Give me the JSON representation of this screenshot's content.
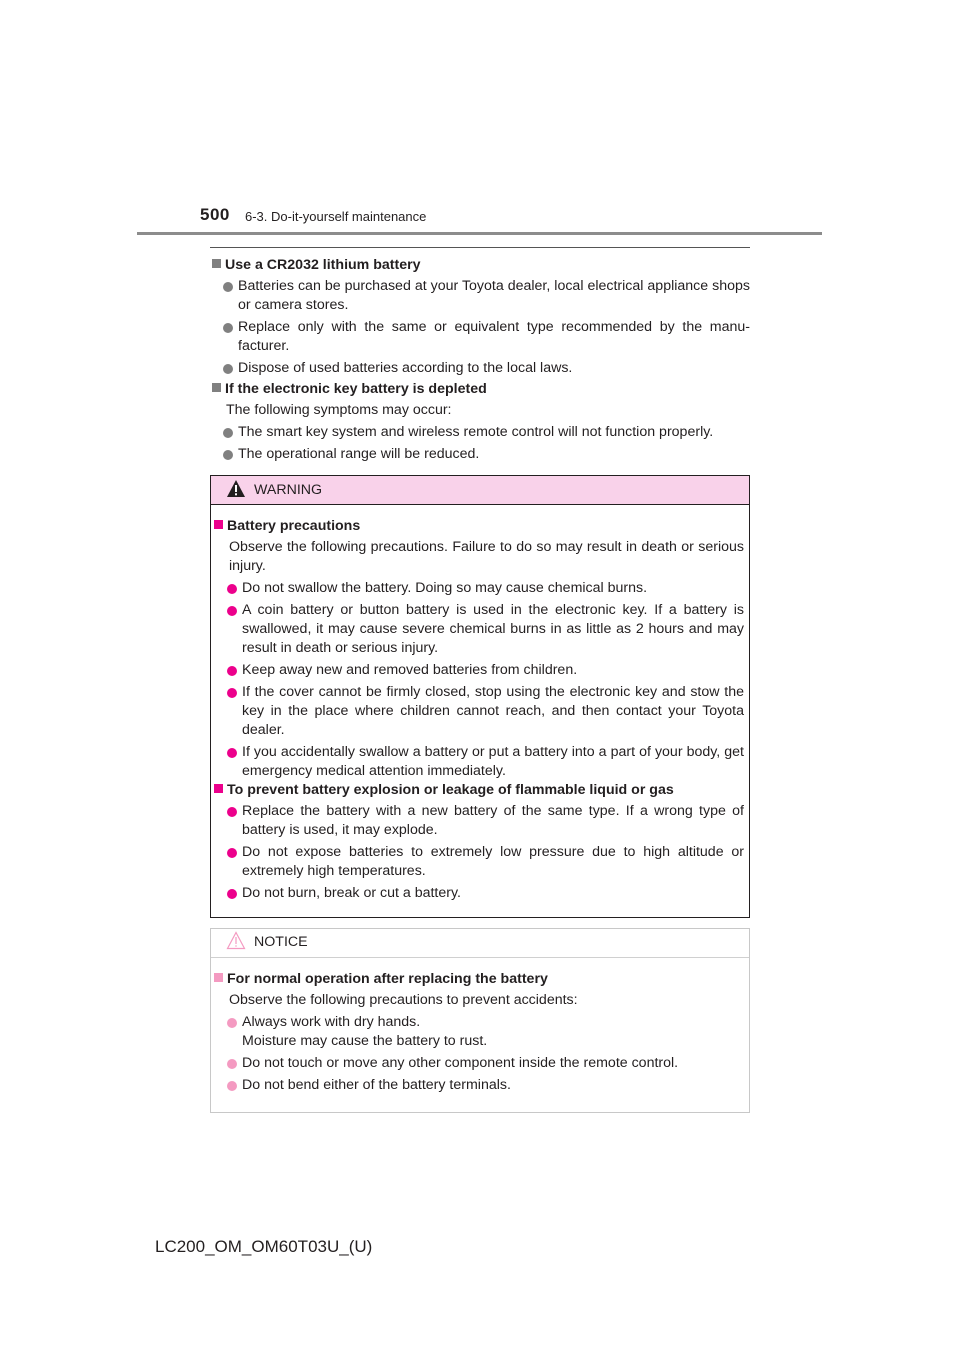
{
  "header": {
    "page_number": "500",
    "section_title": "6-3. Do-it-yourself maintenance"
  },
  "intro": {
    "sec1": {
      "heading": "Use a CR2032 lithium battery",
      "bullets": [
        "Batteries can be purchased at your Toyota dealer, local electrical appliance shops or camera stores.",
        "Replace only with the same or equivalent type recommended by the manu-facturer.",
        "Dispose of used batteries according to the local laws."
      ]
    },
    "sec2": {
      "heading": "If the electronic key battery is depleted",
      "text": "The following symptoms may occur:",
      "bullets": [
        "The smart key system and wireless remote control will not function properly.",
        "The operational range will be reduced."
      ]
    }
  },
  "warning": {
    "label": "WARNING",
    "sec1": {
      "heading": "Battery precautions",
      "text": "Observe the following precautions. Failure to do so may result in death or serious injury.",
      "bullets": [
        "Do not swallow the battery. Doing so may cause chemical burns.",
        "A coin battery or button battery is used in the electronic key. If a battery is swallowed, it may cause severe chemical burns in as little as 2 hours and may result in death or serious injury.",
        "Keep away new and removed batteries from children.",
        "If the cover cannot be firmly closed, stop using the electronic key and stow the key in the place where children cannot reach, and then contact your Toyota dealer.",
        "If you accidentally swallow a battery or put a battery into a part of your body, get emergency medical attention immediately."
      ]
    },
    "sec2": {
      "heading": "To prevent battery explosion or leakage of flammable liquid or gas",
      "bullets": [
        "Replace the battery with a new battery of the same type. If a wrong type of battery is used, it may explode.",
        "Do not expose batteries to extremely low pressure due to high altitude or extremely high temperatures.",
        "Do not burn, break or cut a battery."
      ]
    }
  },
  "notice": {
    "label": "NOTICE",
    "sec1": {
      "heading": "For normal operation after replacing the battery",
      "text": "Observe the following precautions to prevent accidents:",
      "bullets": [
        {
          "line1": "Always work with dry hands.",
          "line2": "Moisture may cause the battery to rust."
        },
        {
          "line1": "Do not touch or move any other component inside the remote control."
        },
        {
          "line1": "Do not bend either of the battery terminals."
        }
      ]
    }
  },
  "footer": {
    "code": "LC200_OM_OM60T03U_(U)"
  },
  "icons": {
    "heading_marker": "square-icon",
    "bullet_marker": "circle-bullet-icon",
    "warning_icon": "warning-triangle-icon",
    "notice_icon": "notice-triangle-icon"
  },
  "colors": {
    "warning_header_bg": "#f9d2ea",
    "warning_accent": "#ec008c",
    "notice_accent": "#f49ac1",
    "header_rule": "#8c8c8c"
  }
}
